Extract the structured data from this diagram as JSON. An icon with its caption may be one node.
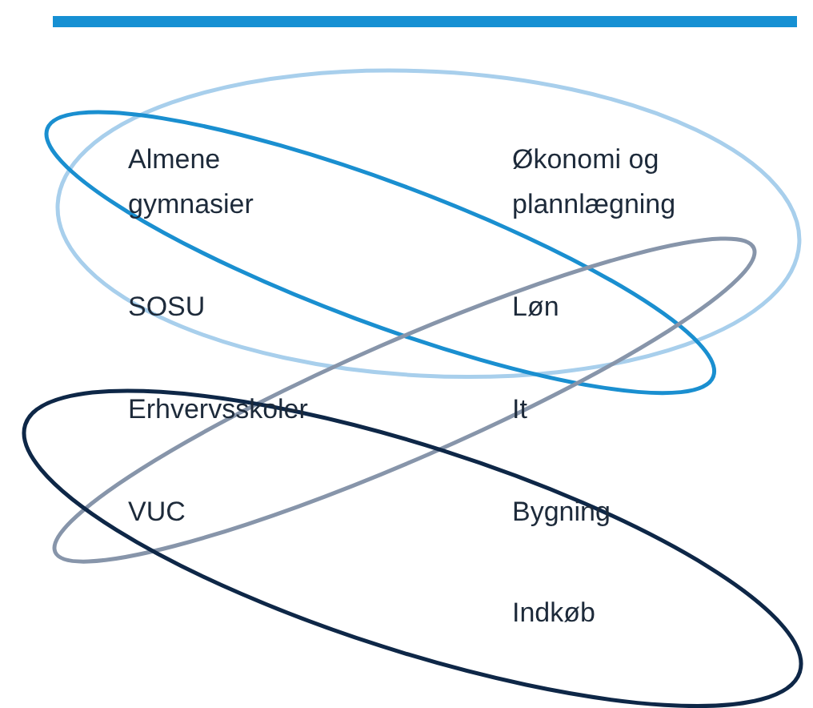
{
  "diagram": {
    "nodes": [
      {
        "text": [],
        "shape": "ellipse"
      },
      {
        "text": [],
        "shape": "ellipse"
      },
      {
        "text": [],
        "shape": "ellipse"
      },
      {
        "text": [],
        "shape": "ellipse"
      }
    ],
    "labels": [
      "Almene gymnasier",
      "Økonomi og plannlægning",
      "SOSU",
      "Løn",
      "Erhvervsskoler",
      "It",
      "VUC",
      "Bygning",
      "Indkøb"
    ]
  }
}
